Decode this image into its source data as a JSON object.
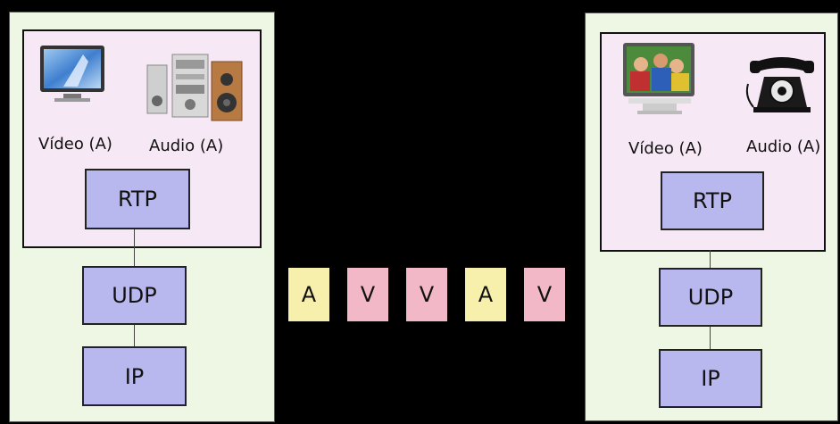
{
  "left": {
    "video_label": "Vídeo (A)",
    "audio_label": "Audio (A)",
    "rtp": "RTP",
    "udp": "UDP",
    "ip": "IP"
  },
  "right": {
    "video_label": "Vídeo (A)",
    "audio_label": "Audio (A)",
    "rtp": "RTP",
    "udp": "UDP",
    "ip": "IP"
  },
  "packets": [
    "A",
    "V",
    "V",
    "A",
    "V"
  ],
  "colors": {
    "audio_packet": "#f7f0ad",
    "video_packet": "#f2b8c8",
    "protocol_box": "#b8b8ee",
    "app_area": "#f6e8f4",
    "host_panel": "#eef6e4"
  },
  "icons": {
    "left_video": "monitor-icon",
    "left_audio": "stereo-speakers-icon",
    "right_video": "tv-icon",
    "right_audio": "telephone-icon"
  }
}
